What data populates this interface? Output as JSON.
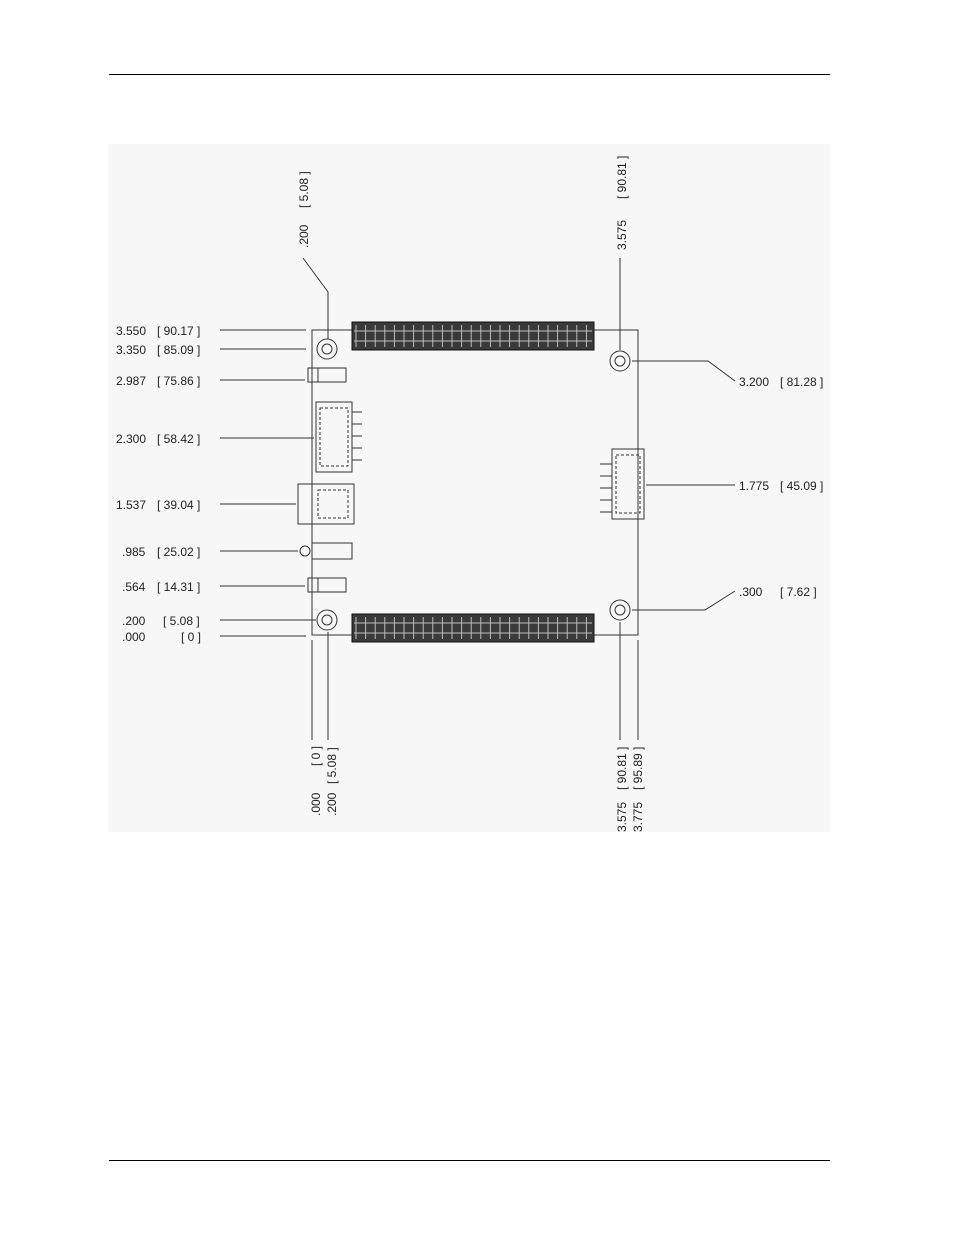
{
  "drawing": {
    "left_dims": [
      {
        "inch": "3.550",
        "mm": "[ 90.17 ]"
      },
      {
        "inch": "3.350",
        "mm": "[ 85.09 ]"
      },
      {
        "inch": "2.987",
        "mm": "[ 75.86 ]"
      },
      {
        "inch": "2.300",
        "mm": "[ 58.42 ]"
      },
      {
        "inch": "1.537",
        "mm": "[ 39.04 ]"
      },
      {
        "inch": ".985",
        "mm": "[ 25.02 ]"
      },
      {
        "inch": ".564",
        "mm": "[ 14.31 ]"
      },
      {
        "inch": ".200",
        "mm": "[ 5.08 ]"
      },
      {
        "inch": ".000",
        "mm": "[ 0 ]"
      }
    ],
    "right_dims": [
      {
        "inch": "3.200",
        "mm": "[ 81.28 ]"
      },
      {
        "inch": "1.775",
        "mm": "[ 45.09 ]"
      },
      {
        "inch": ".300",
        "mm": "[ 7.62 ]"
      }
    ],
    "top_dims": [
      {
        "inch": ".200",
        "mm": "[ 5.08 ]"
      },
      {
        "inch": "3.575",
        "mm": "[ 90.81 ]"
      }
    ],
    "bottom_dims": [
      {
        "inch": ".000",
        "mm": "[ 0 ]"
      },
      {
        "inch": ".200",
        "mm": "[ 5.08 ]"
      },
      {
        "inch": "3.575",
        "mm": "[ 90.81 ]"
      },
      {
        "inch": "3.775",
        "mm": "[ 95.89 ]"
      }
    ]
  }
}
